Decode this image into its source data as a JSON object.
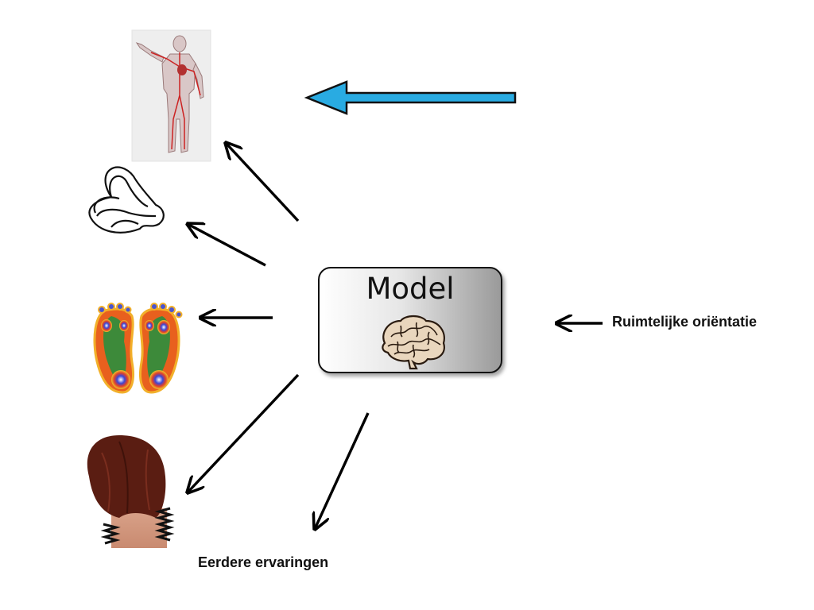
{
  "model": {
    "title": "Model",
    "icon": "brain-icon"
  },
  "labels": {
    "spatial_orientation": "Ruimtelijke oriëntatie",
    "previous_experiences": "Eerdere ervaringen"
  },
  "inputs": [
    {
      "name": "human-body-circulation-image",
      "icon": "body-icon"
    },
    {
      "name": "inner-ear-vestibular-image",
      "icon": "ear-icon"
    },
    {
      "name": "foot-pressure-map-image",
      "icon": "feet-icon"
    },
    {
      "name": "neck-proprioception-image",
      "icon": "neck-icon"
    }
  ],
  "colors": {
    "feedback_arrow": "#29abe2",
    "arrows": "#000000"
  }
}
